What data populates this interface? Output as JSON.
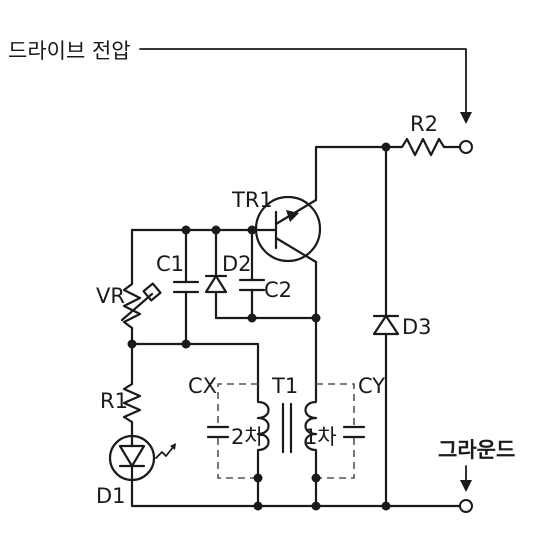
{
  "labels": {
    "drive_voltage": "드라이브 전압",
    "ground": "그라운드",
    "r2": "R2",
    "tr1": "TR1",
    "c1": "C1",
    "d2": "D2",
    "c2": "C2",
    "vr": "VR",
    "d3": "D3",
    "r1": "R1",
    "cx": "CX",
    "t1": "T1",
    "cy": "CY",
    "secondary": "2차",
    "primary": "1차",
    "d1": "D1"
  }
}
